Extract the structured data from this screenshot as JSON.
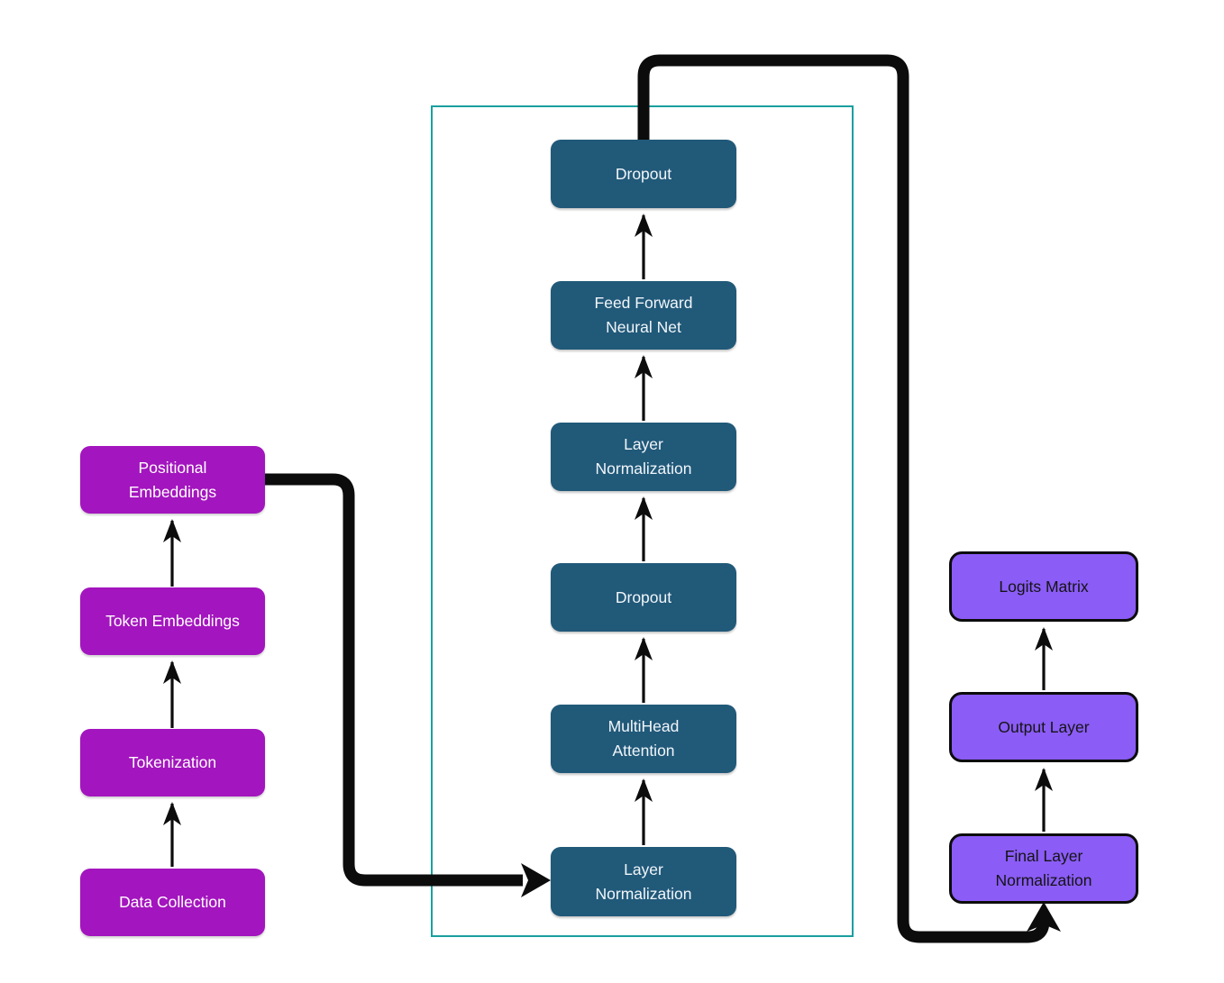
{
  "colors": {
    "magenta": "#a315be",
    "dark_blue": "#215979",
    "purple": "#8b5cf6",
    "teal_border": "#1a9f9f",
    "connector": "#0c0c0c",
    "node_border": "#0c0c0c",
    "text_light": "#ffffff",
    "text_dark": "#141414",
    "background": "#ffffff"
  },
  "nodes": {
    "data_collection": {
      "label": "Data Collection"
    },
    "tokenization": {
      "label": "Tokenization"
    },
    "token_embeddings": {
      "label": "Token Embeddings"
    },
    "positional_embeddings": {
      "label": "Positional\nEmbeddings"
    },
    "layer_norm_1": {
      "label": "Layer\nNormalization"
    },
    "multihead_attention": {
      "label": "MultiHead\nAttention"
    },
    "dropout_inner": {
      "label": "Dropout"
    },
    "layer_norm_2": {
      "label": "Layer\nNormalization"
    },
    "feed_forward": {
      "label": "Feed Forward\nNeural Net"
    },
    "dropout_top": {
      "label": "Dropout"
    },
    "final_layer_norm": {
      "label": "Final Layer\nNormalization"
    },
    "output_layer": {
      "label": "Output Layer"
    },
    "logits_matrix": {
      "label": "Logits Matrix"
    }
  },
  "edges": [
    {
      "from": "data_collection",
      "to": "tokenization",
      "style": "thin-arrow"
    },
    {
      "from": "tokenization",
      "to": "token_embeddings",
      "style": "thin-arrow"
    },
    {
      "from": "token_embeddings",
      "to": "positional_embeddings",
      "style": "thin-arrow"
    },
    {
      "from": "positional_embeddings",
      "to": "layer_norm_1",
      "style": "thick-arrow"
    },
    {
      "from": "layer_norm_1",
      "to": "multihead_attention",
      "style": "thin-arrow"
    },
    {
      "from": "multihead_attention",
      "to": "dropout_inner",
      "style": "thin-arrow"
    },
    {
      "from": "dropout_inner",
      "to": "layer_norm_2",
      "style": "thin-arrow"
    },
    {
      "from": "layer_norm_2",
      "to": "feed_forward",
      "style": "thin-arrow"
    },
    {
      "from": "feed_forward",
      "to": "dropout_top",
      "style": "thin-arrow"
    },
    {
      "from": "dropout_top",
      "to": "final_layer_norm",
      "style": "thick-arrow"
    },
    {
      "from": "final_layer_norm",
      "to": "output_layer",
      "style": "thin-arrow"
    },
    {
      "from": "output_layer",
      "to": "logits_matrix",
      "style": "thin-arrow"
    }
  ]
}
